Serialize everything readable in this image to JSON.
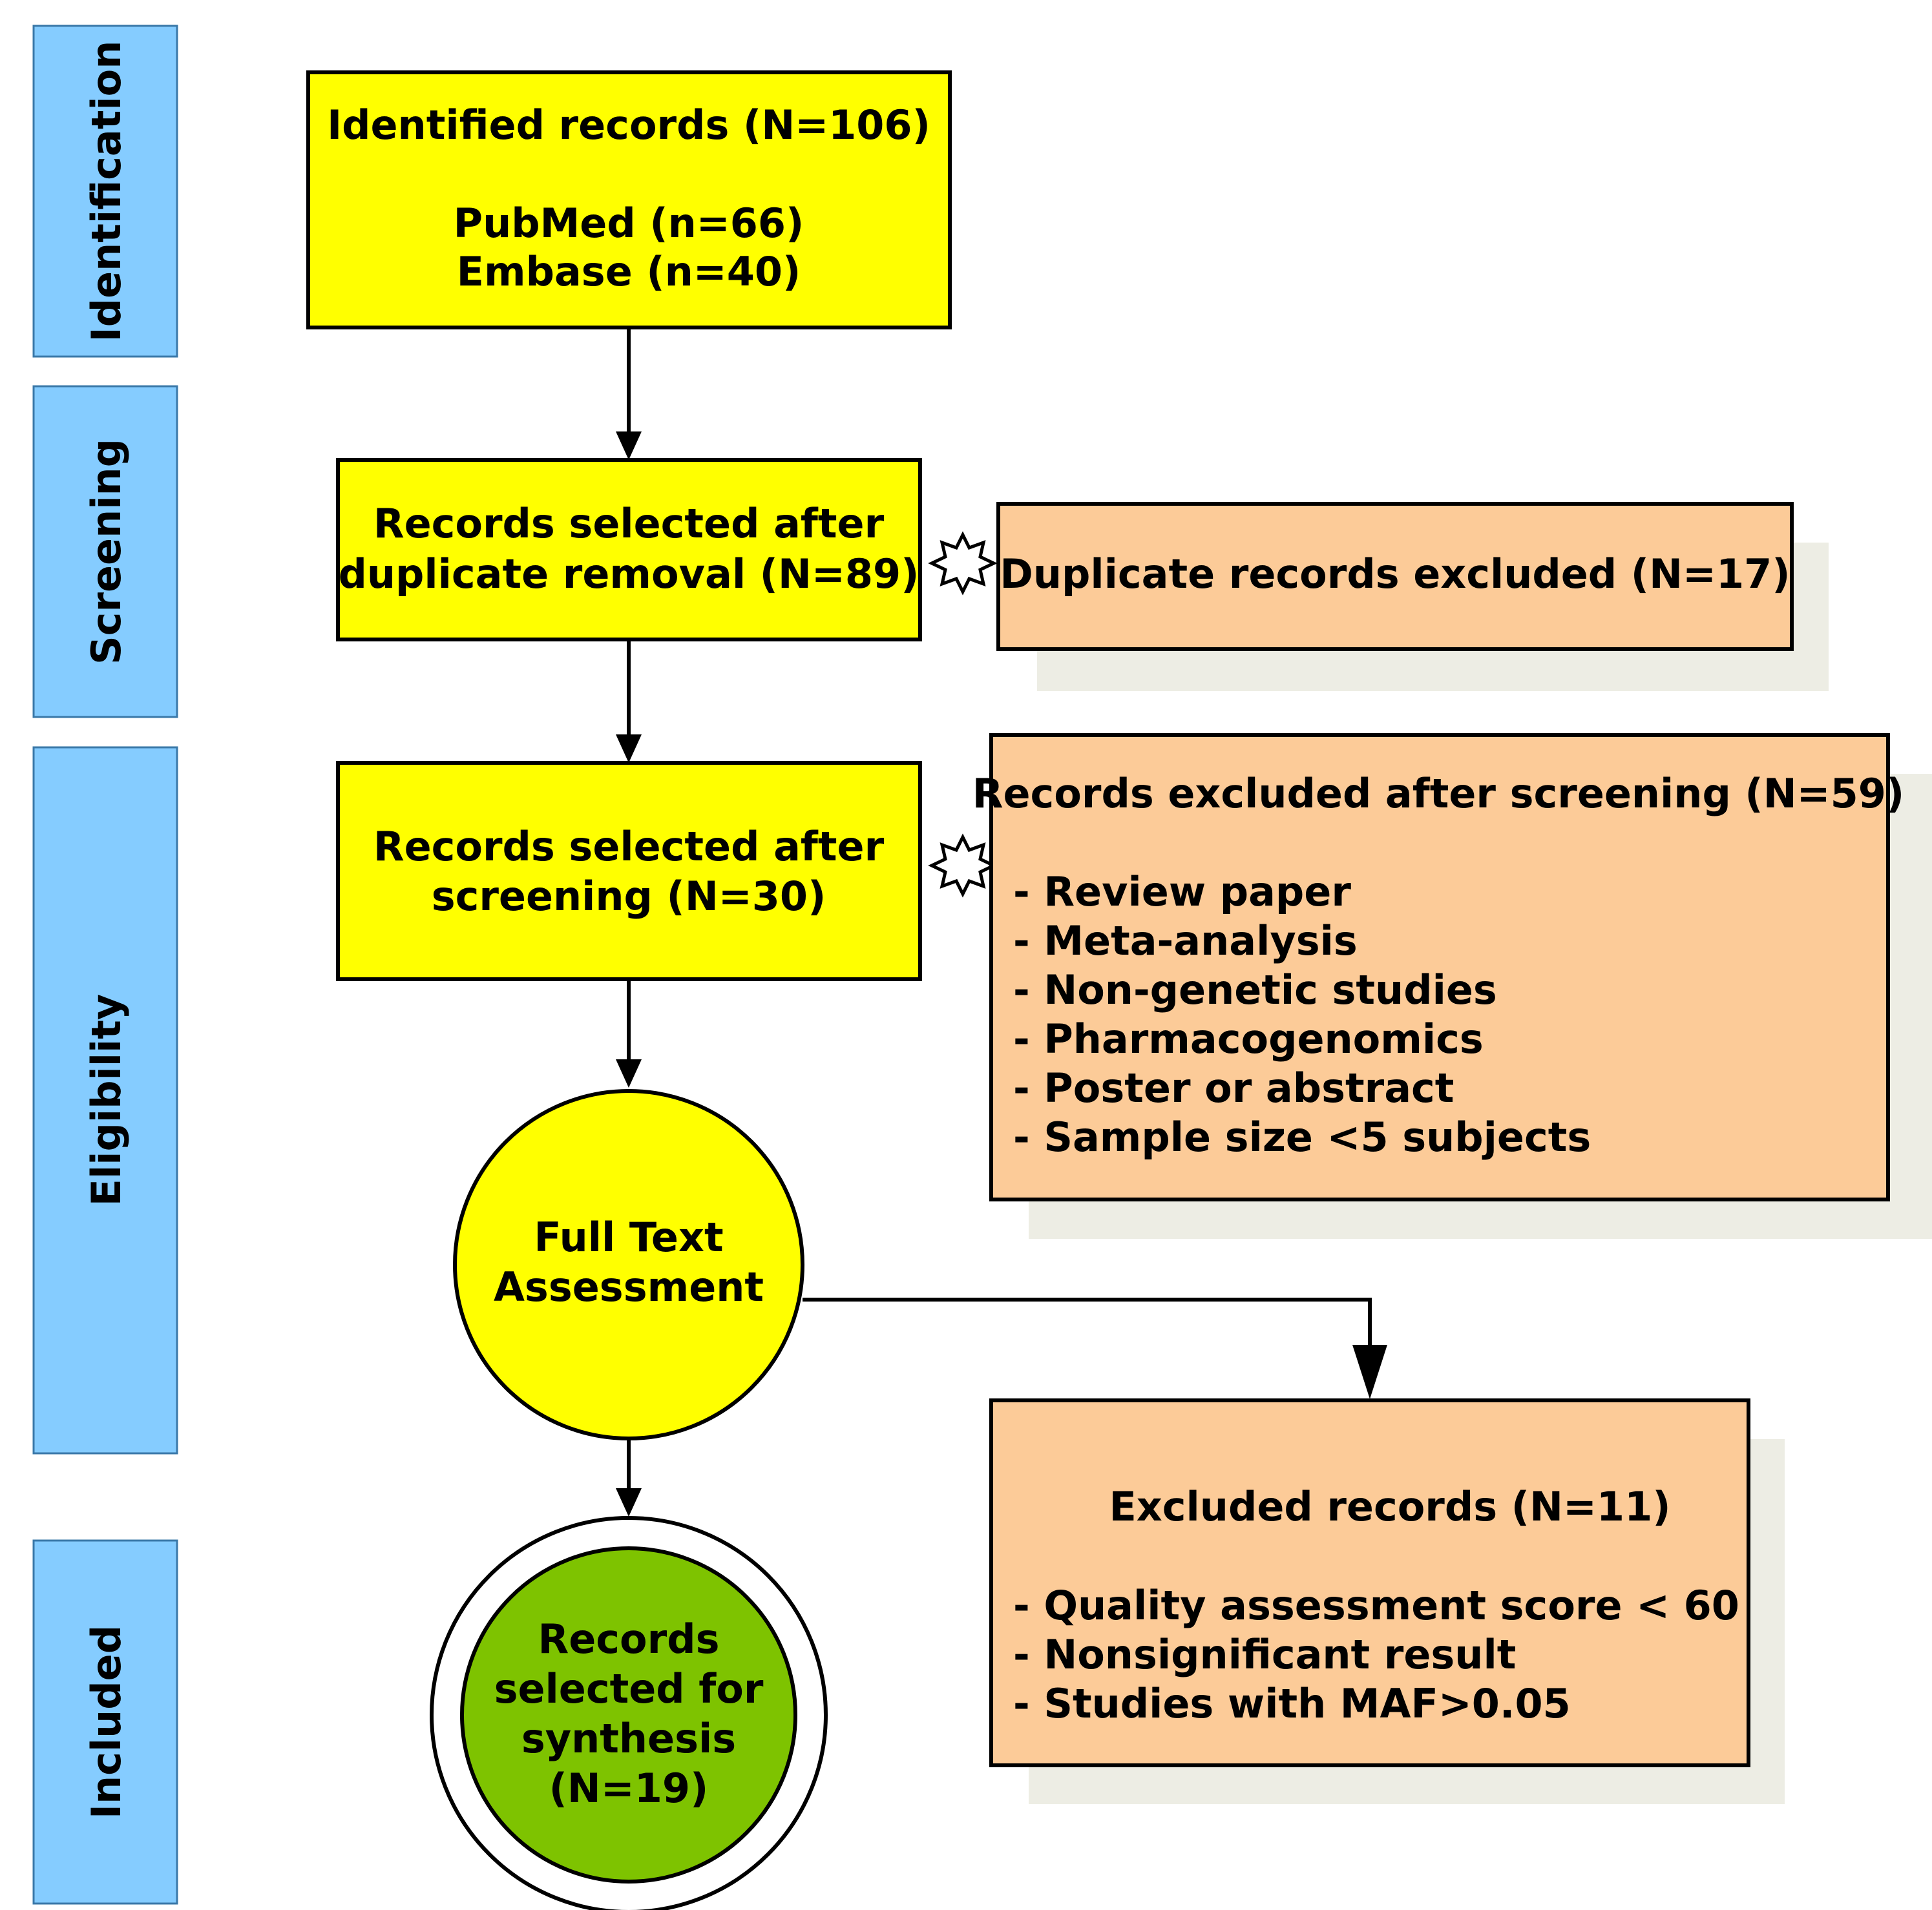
{
  "stages": [
    {
      "label": "Identification"
    },
    {
      "label": "Screening"
    },
    {
      "label": "Eligibility"
    },
    {
      "label": "Included"
    }
  ],
  "identified": {
    "title": "Identified records (N=106)",
    "lines": [
      "PubMed (n=66)",
      "Embase (n=40)"
    ]
  },
  "dedup": {
    "lines": [
      "Records selected after",
      "duplicate removal (N=89)"
    ]
  },
  "screened": {
    "lines": [
      "Records selected after",
      "screening (N=30)"
    ]
  },
  "duplicates_excluded": {
    "label": "Duplicate records excluded (N=17)"
  },
  "screening_excluded": {
    "title": "Records excluded after screening (N=59)",
    "items": [
      "- Review paper",
      "- Meta-analysis",
      "- Non-genetic studies",
      "- Pharmacogenomics",
      "- Poster or abstract",
      "- Sample size <5 subjects"
    ]
  },
  "fulltext": {
    "lines": [
      "Full Text",
      "Assessment"
    ]
  },
  "excluded": {
    "title": "Excluded records (N=11)",
    "items": [
      "- Quality assessment score < 60",
      "- Nonsignificant result",
      "- Studies with MAF>0.05"
    ]
  },
  "final": {
    "lines": [
      "Records",
      "selected for",
      "synthesis",
      "(N=19)"
    ]
  },
  "colors": {
    "stage_fill": "#85CCFF",
    "stage_stroke": "#3A78A8",
    "process_fill": "#FFFF00",
    "exclusion_fill": "#FCCB98",
    "shadow_fill": "#EDEDE4",
    "final_fill": "#7EC300"
  }
}
